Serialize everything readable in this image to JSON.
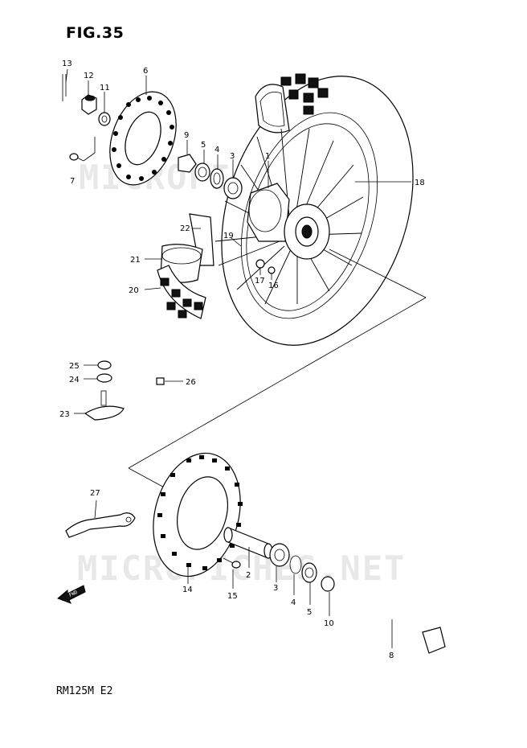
{
  "figure": {
    "title": "FIG.35",
    "model_code": "RM125M  E2",
    "watermark": "MICROFICHES.NET",
    "fwd_label": "FWD"
  },
  "callouts": [
    {
      "id": "c1",
      "label": "1"
    },
    {
      "id": "c2",
      "label": "2"
    },
    {
      "id": "c3a",
      "label": "3"
    },
    {
      "id": "c3b",
      "label": "3"
    },
    {
      "id": "c4a",
      "label": "4"
    },
    {
      "id": "c4b",
      "label": "4"
    },
    {
      "id": "c5a",
      "label": "5"
    },
    {
      "id": "c5b",
      "label": "5"
    },
    {
      "id": "c6",
      "label": "6"
    },
    {
      "id": "c7",
      "label": "7"
    },
    {
      "id": "c8",
      "label": "8"
    },
    {
      "id": "c9",
      "label": "9"
    },
    {
      "id": "c10",
      "label": "10"
    },
    {
      "id": "c11",
      "label": "11"
    },
    {
      "id": "c12",
      "label": "12"
    },
    {
      "id": "c13",
      "label": "13"
    },
    {
      "id": "c14",
      "label": "14"
    },
    {
      "id": "c15",
      "label": "15"
    },
    {
      "id": "c16",
      "label": "16"
    },
    {
      "id": "c17",
      "label": "17"
    },
    {
      "id": "c18",
      "label": "18"
    },
    {
      "id": "c19",
      "label": "19"
    },
    {
      "id": "c20",
      "label": "20"
    },
    {
      "id": "c21",
      "label": "21"
    },
    {
      "id": "c22",
      "label": "22"
    },
    {
      "id": "c23",
      "label": "23"
    },
    {
      "id": "c24",
      "label": "24"
    },
    {
      "id": "c25",
      "label": "25"
    },
    {
      "id": "c26",
      "label": "26"
    },
    {
      "id": "c27",
      "label": "27"
    }
  ]
}
